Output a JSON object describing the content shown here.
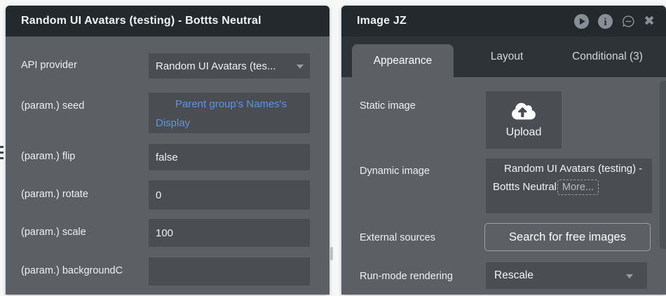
{
  "left_panel": {
    "title": "Random UI Avatars (testing) - Bottts Neutral",
    "fields": [
      {
        "label": "API provider",
        "value": "Random UI Avatars (tes...",
        "type": "dropdown"
      },
      {
        "label": "(param.) seed",
        "value": "Parent group's Names's Display",
        "type": "expression"
      },
      {
        "label": "(param.) flip",
        "value": "false",
        "type": "text"
      },
      {
        "label": "(param.) rotate",
        "value": "0",
        "type": "text"
      },
      {
        "label": "(param.) scale",
        "value": "100",
        "type": "text"
      },
      {
        "label": "(param.) backgroundC",
        "value": "",
        "type": "text"
      }
    ]
  },
  "right_panel": {
    "title": "Image JZ",
    "header_icons": [
      "play",
      "info",
      "comment",
      "close"
    ],
    "tabs": [
      {
        "label": "Appearance",
        "active": true
      },
      {
        "label": "Layout",
        "active": false
      },
      {
        "label": "Conditional (3)",
        "active": false
      }
    ],
    "rows": {
      "static_image": {
        "label": "Static image",
        "button_label": "Upload"
      },
      "dynamic_image": {
        "label": "Dynamic image",
        "value": "Random UI Avatars (testing) - Bottts Neutral",
        "more_label": "More..."
      },
      "external_sources": {
        "label": "External sources",
        "button_label": "Search for free images"
      },
      "run_mode": {
        "label": "Run-mode rendering",
        "value": "Rescale"
      }
    }
  },
  "colors": {
    "panel_header": "#24292e",
    "tab_bar": "#2e3338",
    "panel_body": "#5c6065",
    "input_background": "#4a4e53",
    "expression_blue": "#5b95e0",
    "icon_gray": "#878e95",
    "page_background": "#f6f7f7"
  },
  "glyphs": {
    "close": "✖"
  }
}
